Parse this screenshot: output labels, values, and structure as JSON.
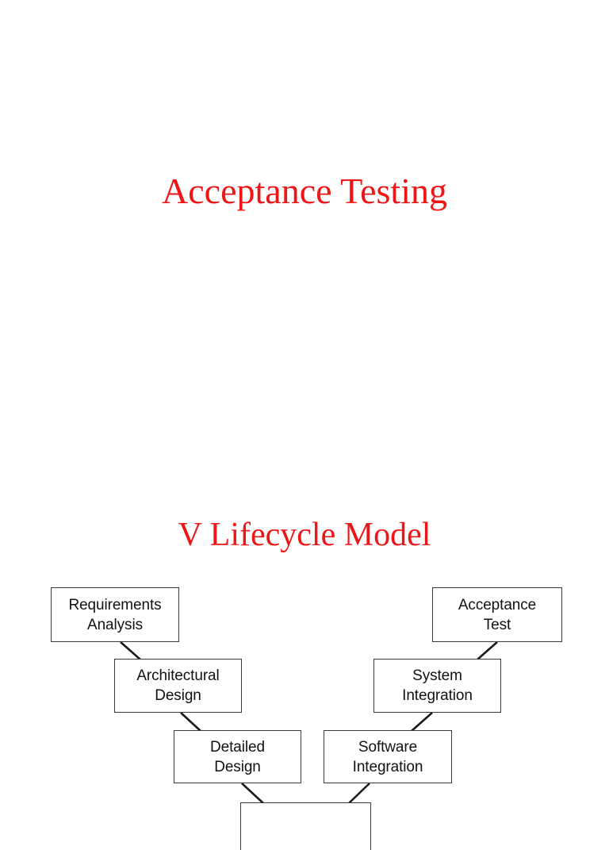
{
  "slide": {
    "background_color": "#ffffff",
    "title_color": "#ee1517",
    "box_border_color": "#3a3a3a",
    "box_text_color": "#111111",
    "heading_main": "Acceptance Testing",
    "heading_section": "V Lifecycle Model"
  },
  "diagram": {
    "type": "v-model-lifecycle",
    "nodes": [
      {
        "id": "requirements-analysis",
        "line1": "Requirements",
        "line2": "Analysis",
        "side": "left",
        "level": 1
      },
      {
        "id": "architectural-design",
        "line1": "Architectural",
        "line2": "Design",
        "side": "left",
        "level": 2
      },
      {
        "id": "detailed-design",
        "line1": "Detailed",
        "line2": "Design",
        "side": "left",
        "level": 3
      },
      {
        "id": "coding",
        "line1": "",
        "line2": "",
        "side": "center",
        "level": 4
      },
      {
        "id": "software-integration",
        "line1": "Software",
        "line2": "Integration",
        "side": "right",
        "level": 3
      },
      {
        "id": "system-integration",
        "line1": "System",
        "line2": "Integration",
        "side": "right",
        "level": 2
      },
      {
        "id": "acceptance-test",
        "line1": "Acceptance",
        "line2": "Test",
        "side": "right",
        "level": 1
      }
    ],
    "connectors": [
      {
        "from": "requirements-analysis",
        "to": "architectural-design"
      },
      {
        "from": "architectural-design",
        "to": "detailed-design"
      },
      {
        "from": "detailed-design",
        "to": "coding"
      },
      {
        "from": "coding",
        "to": "software-integration"
      },
      {
        "from": "software-integration",
        "to": "system-integration"
      },
      {
        "from": "system-integration",
        "to": "acceptance-test"
      }
    ]
  }
}
